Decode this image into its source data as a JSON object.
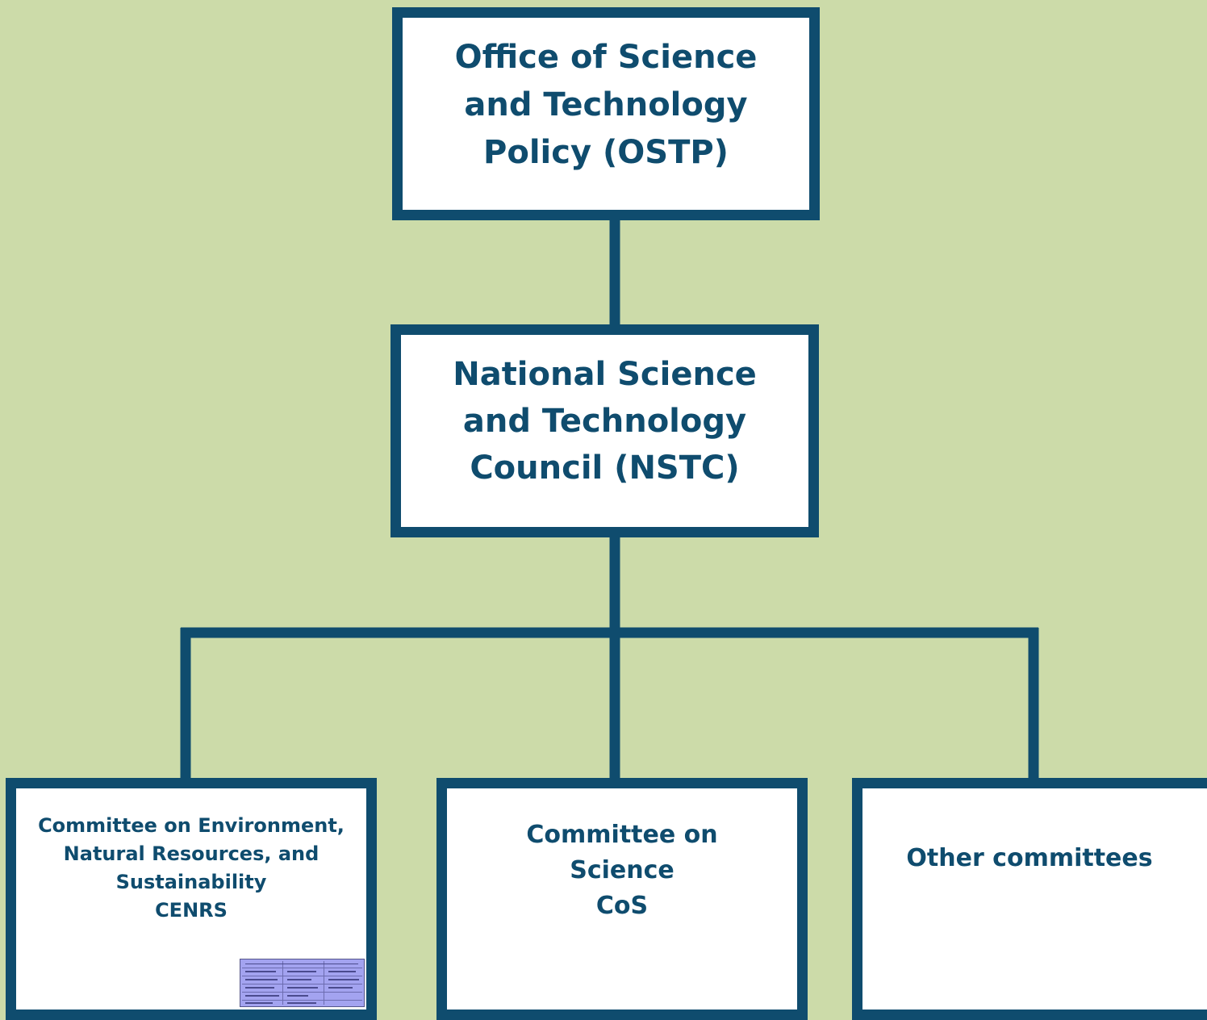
{
  "diagram": {
    "background_color": "#ccdba9",
    "box_color": "#ffffff",
    "border_color": "#0f4c6e",
    "text_color": "#0f4c6e",
    "nodes": [
      {
        "id": "ostp",
        "lines": [
          "Office of Science",
          "and Technology",
          "Policy (OSTP)"
        ]
      },
      {
        "id": "nstc",
        "lines": [
          "National Science",
          "and Technology",
          "Council (NSTC)"
        ]
      },
      {
        "id": "cenrs",
        "lines": [
          "Committee on Environment,",
          "Natural Resources, and",
          "Sustainability",
          "CENRS"
        ]
      },
      {
        "id": "cos",
        "lines": [
          "Committee on",
          "Science",
          "CoS"
        ]
      },
      {
        "id": "other",
        "lines": [
          "Other committees"
        ]
      }
    ],
    "edges": [
      {
        "from": "ostp",
        "to": "nstc"
      },
      {
        "from": "nstc",
        "to": "cenrs"
      },
      {
        "from": "nstc",
        "to": "cos"
      },
      {
        "from": "nstc",
        "to": "other"
      }
    ]
  }
}
